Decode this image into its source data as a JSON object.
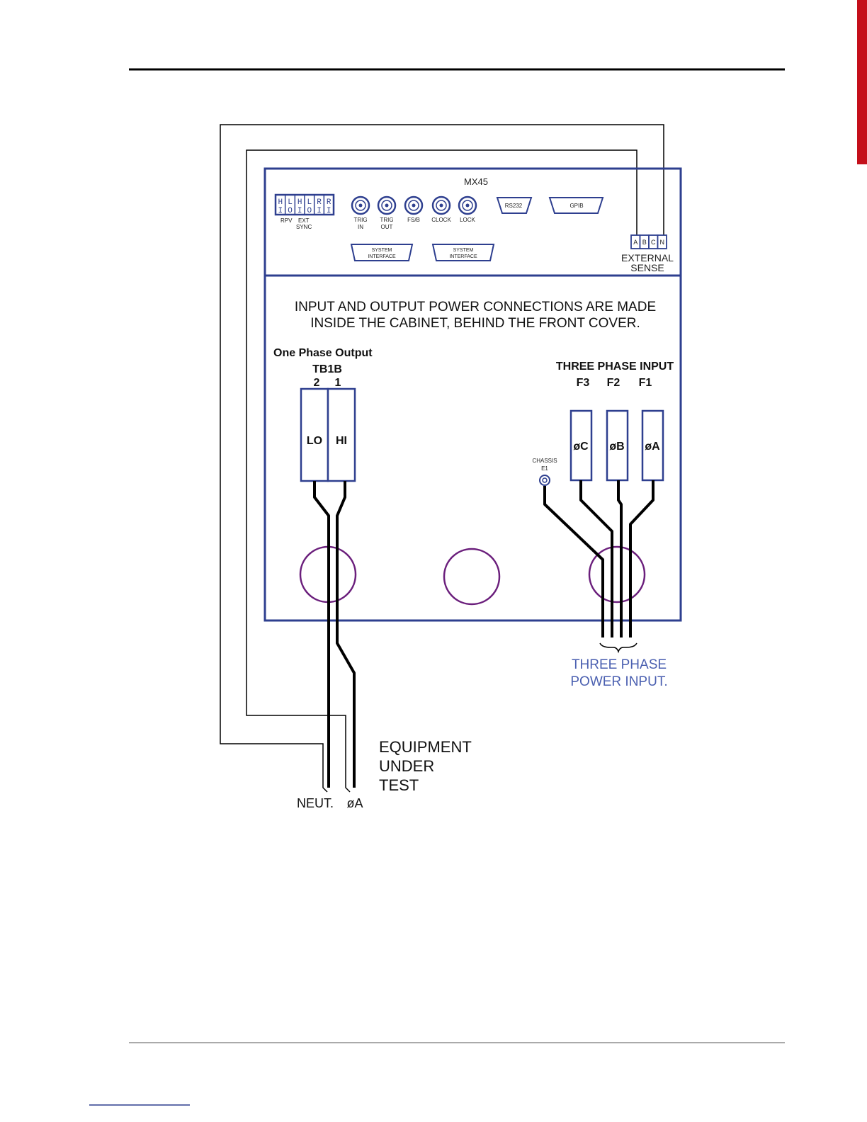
{
  "colors": {
    "panel_blue": "#2E3F8F",
    "caption_blue": "#4A5FB0",
    "wire_black": "#000000",
    "grommet_purple": "#6B1F7C",
    "side_tab_red": "#C40F1A",
    "footer_link_blue": "#2E3F8F"
  },
  "panel": {
    "model": "MX45",
    "switches": [
      "H",
      "L",
      "H",
      "L",
      "R",
      "R",
      "I",
      "O",
      "I",
      "O",
      "I",
      "I"
    ],
    "switch_label_1": "RPV",
    "switch_label_2": "EXT",
    "switch_label_3": "SYNC",
    "bnc": [
      {
        "line1": "TRIG",
        "line2": "IN"
      },
      {
        "line1": "TRIG",
        "line2": "OUT"
      },
      {
        "line1": "FS/B",
        "line2": ""
      },
      {
        "line1": "CLOCK",
        "line2": ""
      },
      {
        "line1": "LOCK",
        "line2": ""
      }
    ],
    "rs232": "RS232",
    "gpib": "GPIB",
    "system_interface": [
      {
        "line1": "SYSTEM",
        "line2": "INTERFACE"
      },
      {
        "line1": "SYSTEM",
        "line2": "INTERFACE"
      }
    ],
    "sense_terminals": [
      "A",
      "B",
      "C",
      "N"
    ],
    "external_sense_1": "EXTERNAL",
    "external_sense_2": "SENSE"
  },
  "cabinet": {
    "note_line1": "INPUT AND OUTPUT POWER CONNECTIONS ARE MADE",
    "note_line2": "INSIDE THE CABINET, BEHIND THE FRONT COVER.",
    "output_title": "One Phase Output",
    "tb_label": "TB1B",
    "tb_num_2": "2",
    "tb_num_1": "1",
    "lo": "LO",
    "hi": "HI",
    "input_title": "THREE PHASE INPUT",
    "f3": "F3",
    "f2": "F2",
    "f1": "F1",
    "phase_c": "øC",
    "phase_b": "øB",
    "phase_a": "øA",
    "chassis_1": "CHASSIS",
    "chassis_2": "E1"
  },
  "outside": {
    "power_input_1": "THREE PHASE",
    "power_input_2": "POWER INPUT.",
    "eut_1": "EQUIPMENT",
    "eut_2": "UNDER",
    "eut_3": "TEST",
    "neut": "NEUT.",
    "phase_a": "øA"
  }
}
